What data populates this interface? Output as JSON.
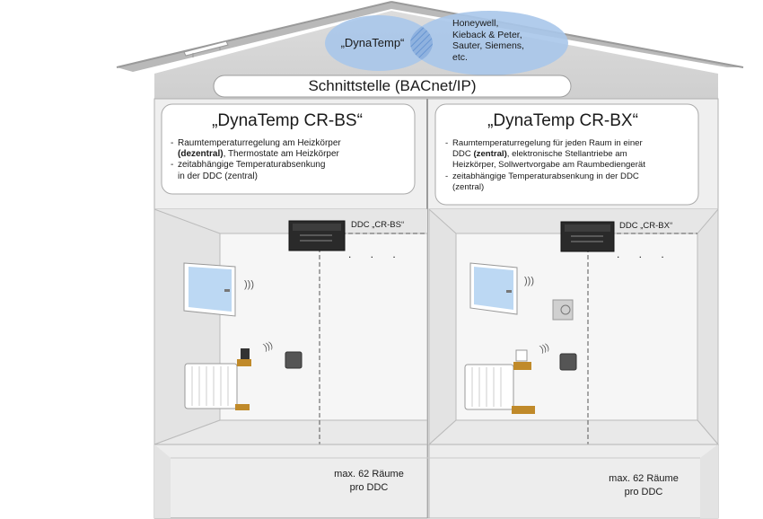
{
  "interface_label": "Schnittstelle (BACnet/IP)",
  "venn": {
    "left_label": "„DynaTemp“",
    "right_lines": [
      "Honeywell,",
      "Kieback & Peter,",
      "Sauter, Siemens,",
      "etc."
    ]
  },
  "left_box": {
    "title": "„DynaTemp CR-BS“",
    "items": [
      {
        "lines": [
          "Raumtemperaturregelung am Heizkörper"
        ],
        "bold": "(dezentral)",
        "after": ", Thermostate am Heizkörper"
      },
      {
        "lines": [
          "zeitabhängige Temperaturabsenkung",
          "in der DDC (zentral)"
        ]
      }
    ]
  },
  "right_box": {
    "title": "„DynaTemp CR-BX“",
    "items": [
      {
        "line1": "Raumtemperaturregelung für jeden Raum in einer",
        "pre": "DDC ",
        "bold": "(zentral)",
        "post": ", elektronische Stellantriebe am",
        "line3": "Heizkörper, Sollwertvorgabe am Raumbediengerät"
      },
      {
        "lines": [
          "zeitabhängige Temperaturabsenkung in der DDC",
          "(zentral)"
        ]
      }
    ]
  },
  "left_room": {
    "ddc_label": "DDC „CR-BS“",
    "dots": ". . .",
    "capacity_lines": [
      "max. 62 Räume",
      "pro DDC"
    ]
  },
  "right_room": {
    "ddc_label": "DDC „CR-BX“",
    "dots": ". . .",
    "capacity_lines": [
      "max. 62 Räume",
      "pro DDC"
    ]
  },
  "colors": {
    "wall": "#e9e9e9",
    "wall_dark": "#d6d6d6",
    "venn_fill": "#a9c7ea",
    "window_glass": "#bcd8f3",
    "brass": "#c08a2a"
  }
}
